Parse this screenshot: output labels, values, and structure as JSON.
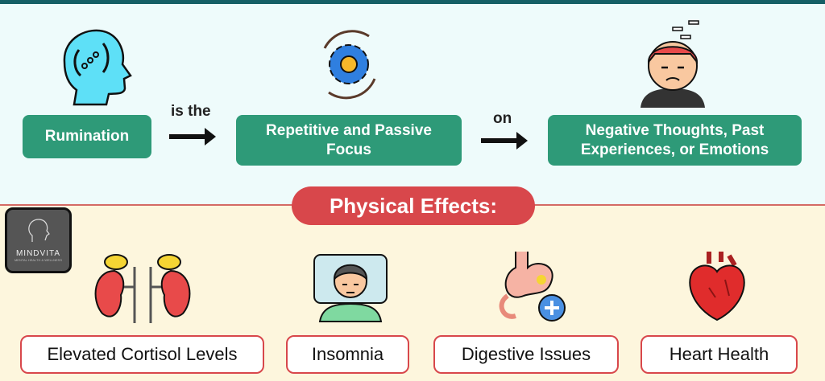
{
  "top_row": {
    "rumination": "Rumination",
    "connector1": "is the",
    "focus": "Repetitive and Passive Focus",
    "connector2": "on",
    "negative": "Negative Thoughts, Past Experiences, or Emotions"
  },
  "section_title": "Physical Effects:",
  "effects": [
    "Elevated Cortisol Levels",
    "Insomnia",
    "Digestive Issues",
    "Heart Health"
  ],
  "logo": {
    "name": "MINDVITA",
    "tagline": "MENTAL HEALTH & WELLNESS"
  },
  "colors": {
    "green": "#2e9a78",
    "red": "#d8474b",
    "teal": "#155f66"
  }
}
